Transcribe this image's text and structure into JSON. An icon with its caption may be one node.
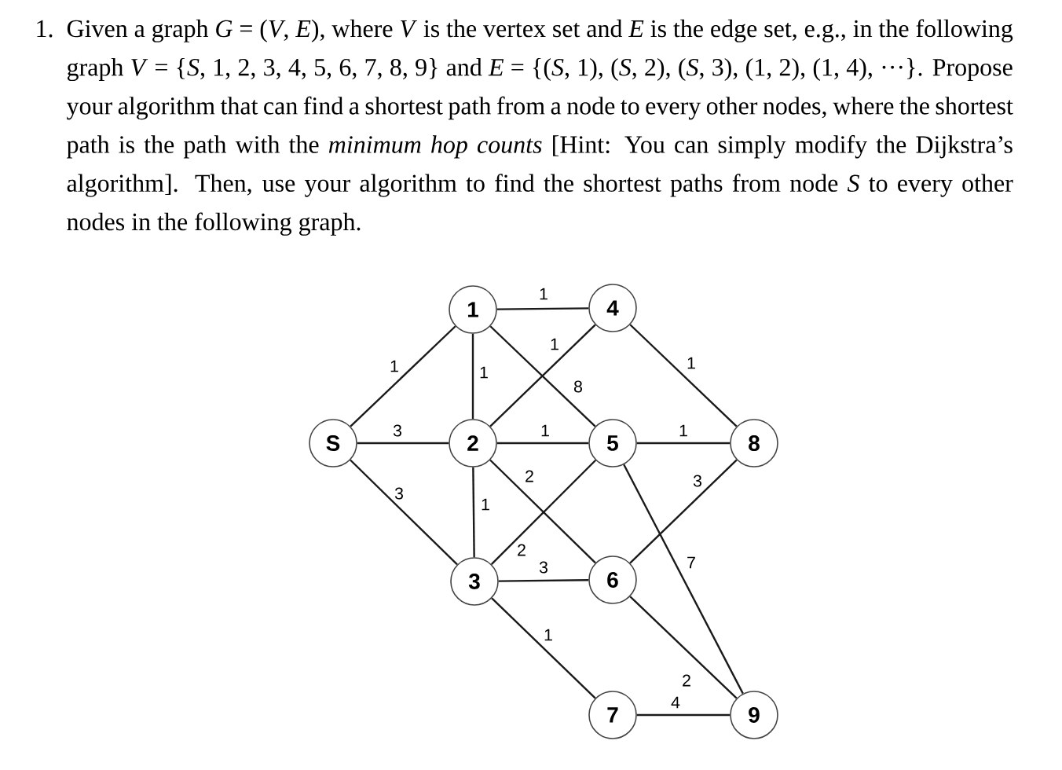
{
  "diagram": {
    "caption": "Given a graph *G* = (*V*, *E*), where *V* is the vertex set and *E* is the edge set, e.g., in the following graph *V* = {*S*, 1, 2, 3, 4, 5, 6, 7, 8, 9} and *E* = {(*S*, 1), (*S*, 2), (*S*, 3), (1, 2), (1, 4), ···}. Propose your algorithm that can find a shortest path from a node to every other nodes, where the shortest path is the path with the *minimum hop counts* [Hint: You can simply modify the Dijkstra’s algorithm]. Then, use your algorithm to find the shortest paths from node *S* to every other nodes in the following graph.",
    "labels": [
      "1."
    ],
    "nodes": [
      {
        "text": [
          "1"
        ]
      },
      {
        "text": [
          "4"
        ]
      },
      {
        "text": [
          "S"
        ]
      },
      {
        "text": [
          "2"
        ]
      },
      {
        "text": [
          "5"
        ]
      },
      {
        "text": [
          "8"
        ]
      },
      {
        "text": [
          "3"
        ]
      },
      {
        "text": [
          "6"
        ]
      },
      {
        "text": [
          "7"
        ]
      },
      {
        "text": [
          "9"
        ]
      }
    ],
    "edges": [
      {
        "from": 2,
        "to": 0,
        "arrow": "none",
        "label": "1"
      },
      {
        "from": 0,
        "to": 1,
        "arrow": "none",
        "label": "1"
      },
      {
        "from": 0,
        "to": 3,
        "arrow": "none",
        "label": "1"
      },
      {
        "from": 0,
        "to": 4,
        "arrow": "none",
        "label": "8"
      },
      {
        "from": 1,
        "to": 3,
        "arrow": "none",
        "label": "1"
      },
      {
        "from": 1,
        "to": 5,
        "arrow": "none",
        "label": "1"
      },
      {
        "from": 2,
        "to": 3,
        "arrow": "none",
        "label": "3"
      },
      {
        "from": 3,
        "to": 4,
        "arrow": "none",
        "label": "1"
      },
      {
        "from": 4,
        "to": 5,
        "arrow": "none",
        "label": "1"
      },
      {
        "from": 2,
        "to": 6,
        "arrow": "none",
        "label": "3"
      },
      {
        "from": 3,
        "to": 7,
        "arrow": "none",
        "label": "2"
      },
      {
        "from": 3,
        "to": 6,
        "arrow": "none",
        "label": "1"
      },
      {
        "from": 4,
        "to": 6,
        "arrow": "none",
        "label": "2"
      },
      {
        "from": 5,
        "to": 7,
        "arrow": "none",
        "label": "3"
      },
      {
        "from": 6,
        "to": 7,
        "arrow": "none",
        "label": "3"
      },
      {
        "from": 4,
        "to": 9,
        "arrow": "none",
        "label": "7"
      },
      {
        "from": 6,
        "to": 8,
        "arrow": "none",
        "label": "1"
      },
      {
        "from": 7,
        "to": 9,
        "arrow": "none",
        "label": "2"
      },
      {
        "from": 8,
        "to": 9,
        "arrow": "none",
        "label": "4"
      }
    ]
  }
}
